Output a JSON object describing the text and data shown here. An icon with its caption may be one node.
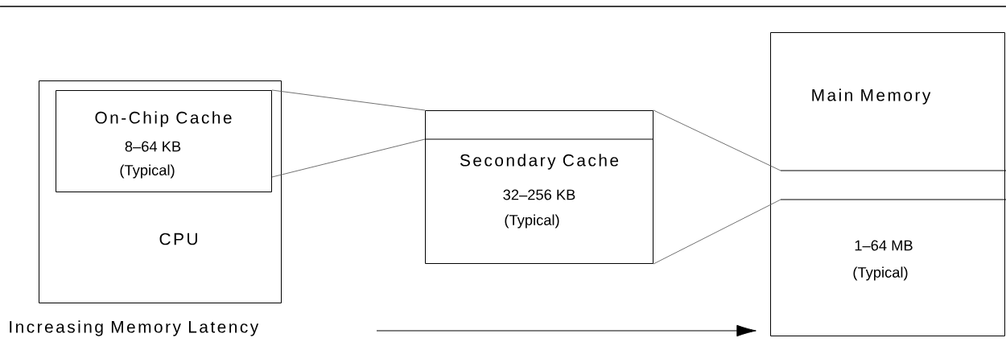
{
  "diagram": {
    "nodes": [
      {
        "text": [
          "CPU"
        ]
      },
      {
        "text": [
          "On-Chip Cache",
          "8–64 KB",
          "(Typical)"
        ],
        "in": 0
      },
      {
        "text": [
          "Secondary Cache",
          "32–256 KB",
          "(Typical)"
        ]
      },
      {
        "text": [
          "Main Memory",
          "1–64 MB",
          "(Typical)"
        ]
      }
    ],
    "edges": [
      {
        "from": 1,
        "to": 2,
        "arrow": "none"
      },
      {
        "from": 1,
        "to": 2,
        "arrow": "none"
      },
      {
        "from": 2,
        "to": 3,
        "arrow": "none"
      },
      {
        "from": 2,
        "to": 3,
        "arrow": "none"
      }
    ],
    "labels": [
      "Increasing Memory Latency"
    ]
  }
}
